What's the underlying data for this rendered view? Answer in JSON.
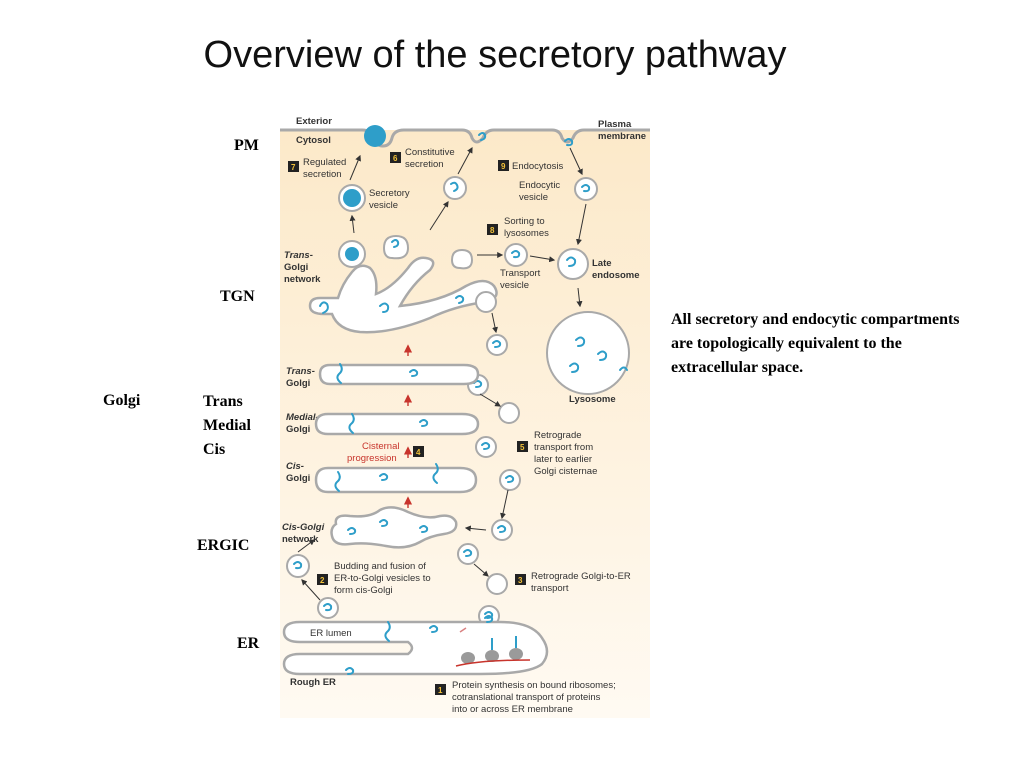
{
  "slide": {
    "title": "Overview of the secretory pathway",
    "note": "All secretory and endocytic compartments are topologically equivalent to the extracellular space."
  },
  "side_labels": {
    "pm": "PM",
    "tgn": "TGN",
    "golgi": "Golgi",
    "trans": "Trans",
    "medial": "Medial",
    "cis": "Cis",
    "ergic": "ERGIC",
    "er": "ER"
  },
  "figure": {
    "exterior": "Exterior",
    "cytosol": "Cytosol",
    "plasma_membrane_1": "Plasma",
    "plasma_membrane_2": "membrane",
    "step7_num": "7",
    "step7_l1": "Regulated",
    "step7_l2": "secretion",
    "step6_num": "6",
    "step6_l1": "Constitutive",
    "step6_l2": "secretion",
    "step9_num": "9",
    "step9_label": "Endocytosis",
    "endocytic_l1": "Endocytic",
    "endocytic_l2": "vesicle",
    "secretory_l1": "Secretory",
    "secretory_l2": "vesicle",
    "step8_num": "8",
    "step8_l1": "Sorting to",
    "step8_l2": "lysosomes",
    "tgn_l1": "Trans-",
    "tgn_l2": "Golgi",
    "tgn_l3": "network",
    "transport_l1": "Transport",
    "transport_l2": "vesicle",
    "late_l1": "Late",
    "late_l2": "endosome",
    "lysosome": "Lysosome",
    "trans_golgi_l1": "Trans-",
    "trans_golgi_l2": "Golgi",
    "medial_golgi_l1": "Medial-",
    "medial_golgi_l2": "Golgi",
    "cisternal_l1": "Cisternal",
    "cisternal_l2": "progression",
    "step4_num": "4",
    "step5_num": "5",
    "step5_l1": "Retrograde",
    "step5_l2": "transport from",
    "step5_l3": "later to earlier",
    "step5_l4": "Golgi cisternae",
    "cis_golgi_l1": "Cis-",
    "cis_golgi_l2": "Golgi",
    "cgn_l1": "Cis-Golgi",
    "cgn_l2": "network",
    "step2_num": "2",
    "step2_l1": "Budding and fusion of",
    "step2_l2": "ER-to-Golgi vesicles to",
    "step2_l3": "form cis-Golgi",
    "step3_num": "3",
    "step3_l1": "Retrograde Golgi-to-ER",
    "step3_l2": "transport",
    "er_lumen": "ER lumen",
    "rough_er": "Rough ER",
    "step1_num": "1",
    "step1_l1": "Protein synthesis on bound ribosomes;",
    "step1_l2": "cotranslational transport of proteins",
    "step1_l3": "into or across ER membrane"
  },
  "colors": {
    "background_top": "#fce9c9",
    "background_bottom": "#fffaf2",
    "membrane": "#a9a9a9",
    "protein": "#2e9ec9",
    "highlight_red": "#c8342c",
    "step_box": "#222222",
    "step_number": "#f3c23a"
  }
}
